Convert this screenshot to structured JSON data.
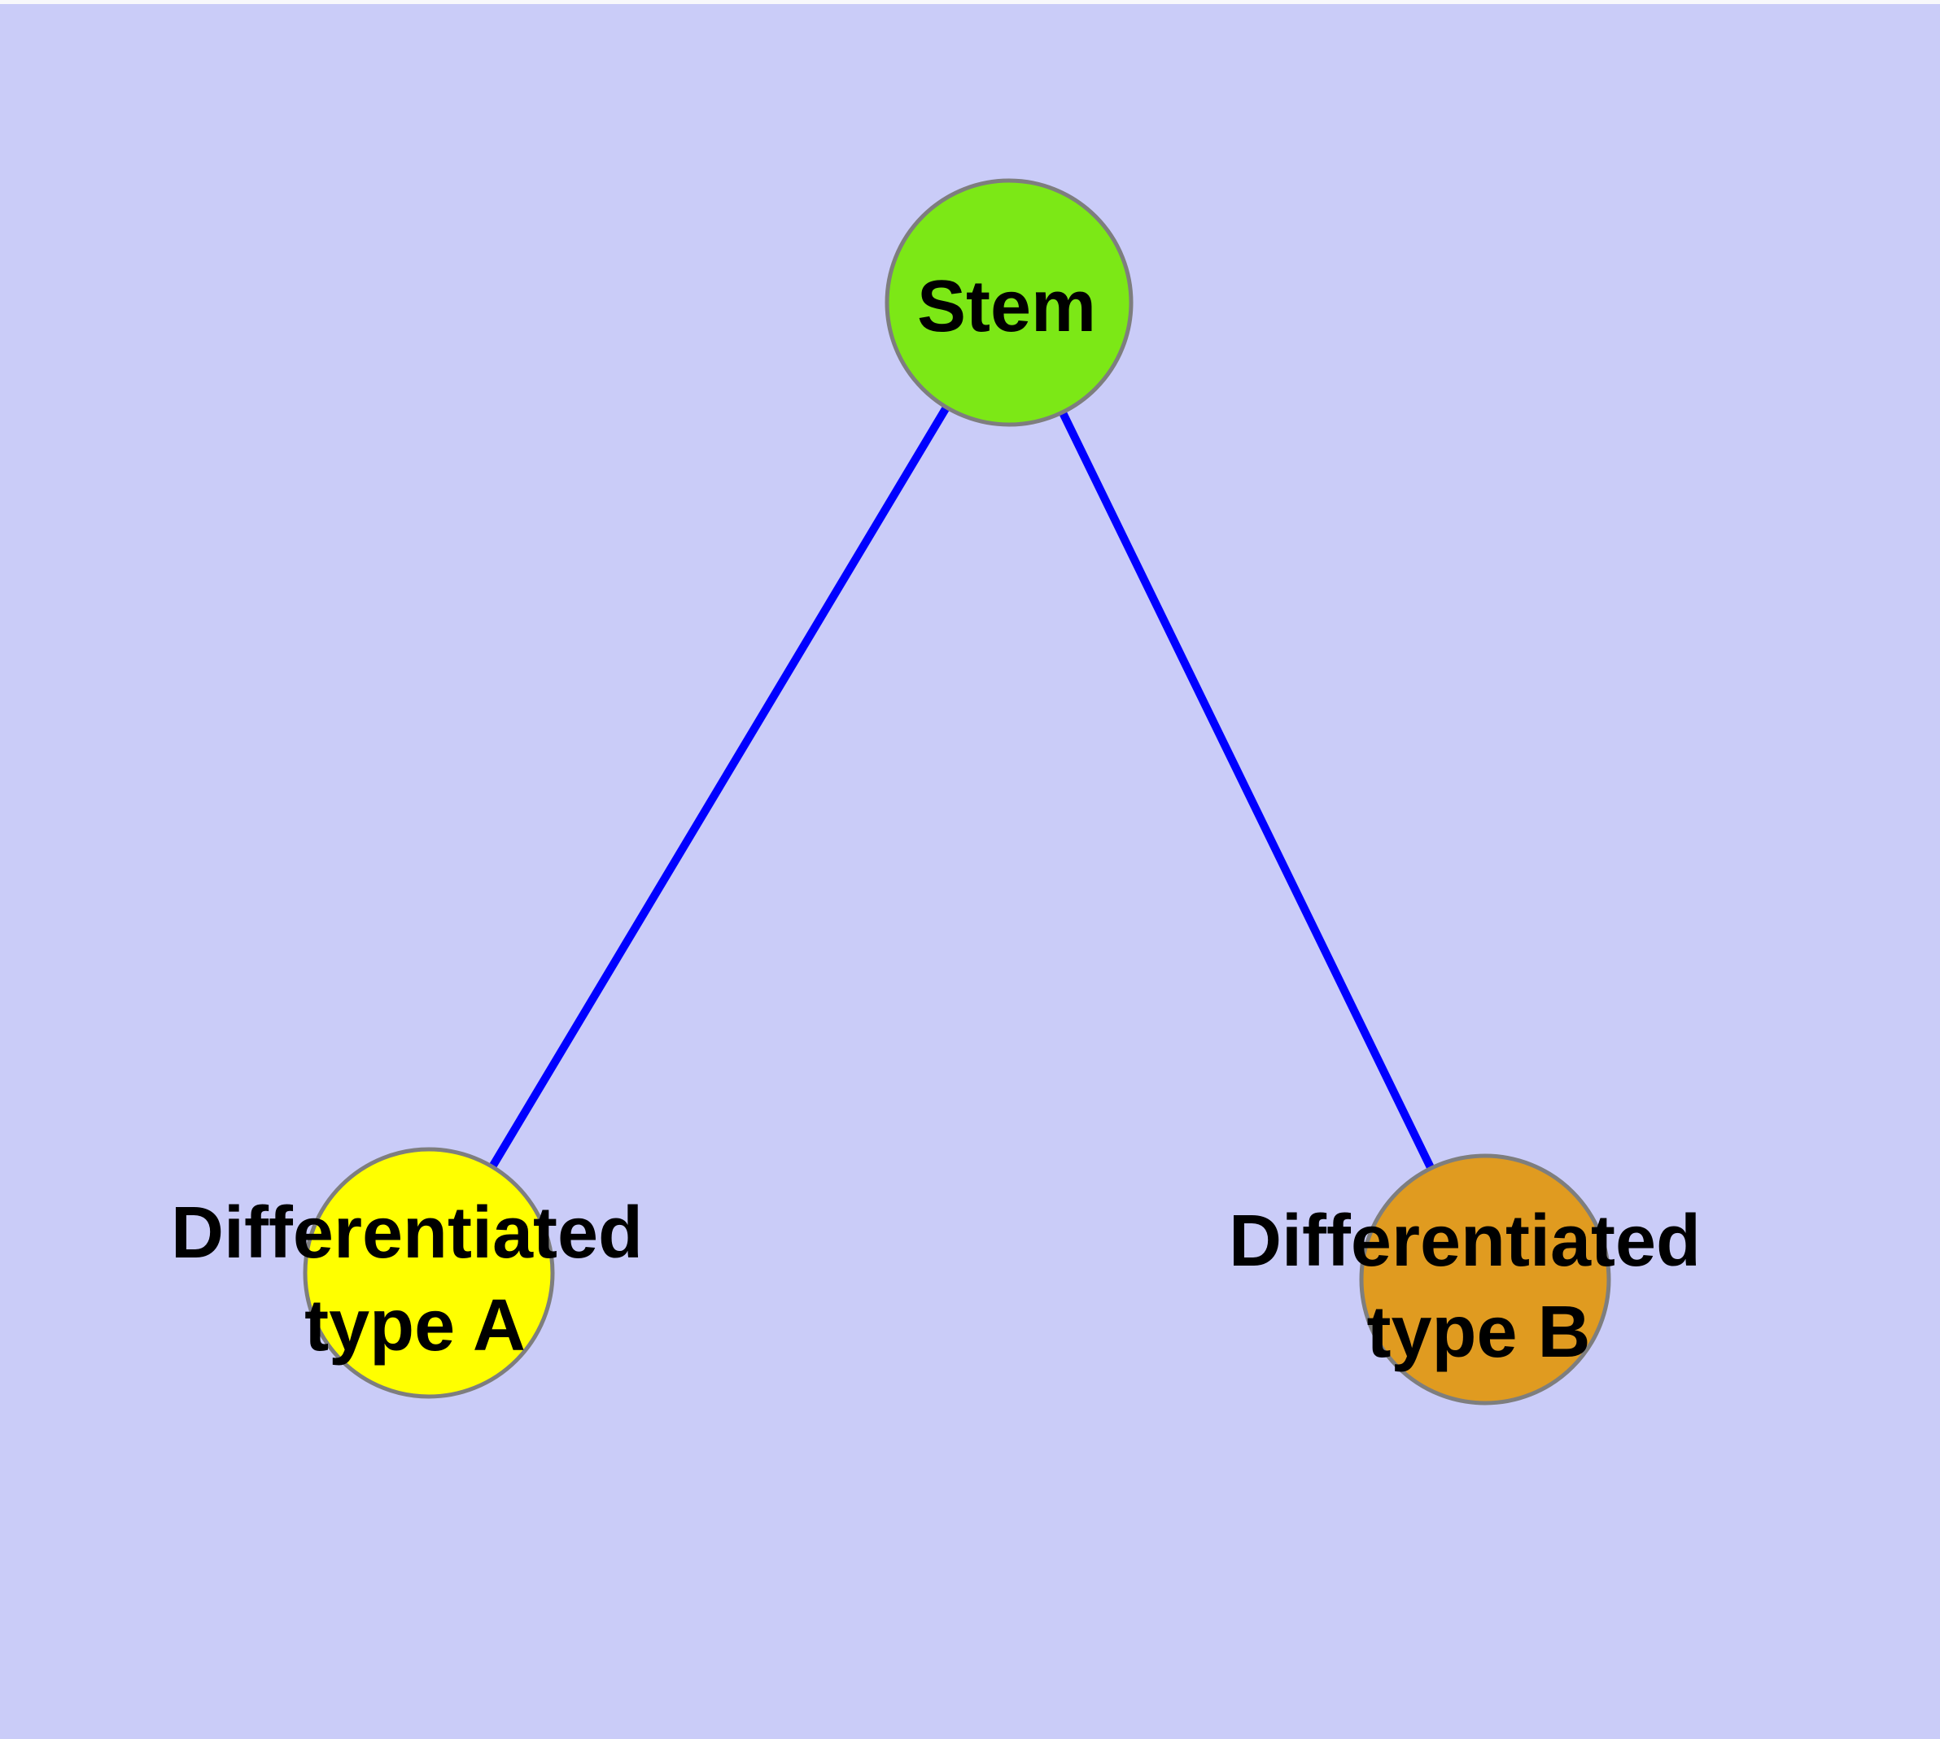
{
  "diagram": {
    "type": "node-link-graph",
    "background_color": "#CACCF8",
    "top_strip_color": "#F8F8FB",
    "edge_color": "#0000FF",
    "node_border_color": "#7E7E7E",
    "label_color": "#000000",
    "nodes": {
      "stem": {
        "label": "Stem",
        "fill": "#7CE816"
      },
      "type_a": {
        "label_line1": "Differentiated",
        "label_line2": "type A",
        "fill": "#FFFF00"
      },
      "type_b": {
        "label_line1": "Differentiated",
        "label_line2": "type B",
        "fill": "#E09B20"
      }
    },
    "edges": [
      {
        "from": "Stem",
        "to": "Differentiated type A"
      },
      {
        "from": "Stem",
        "to": "Differentiated type B"
      }
    ]
  }
}
